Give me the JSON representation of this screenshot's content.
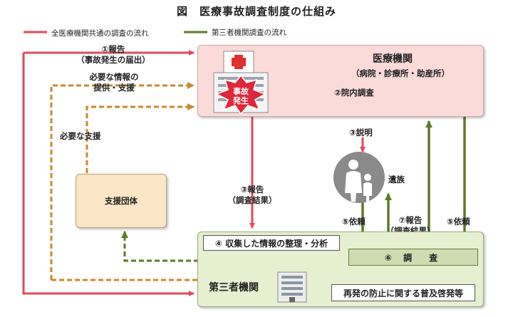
{
  "title": "図　医療事故調査制度の仕組み",
  "legend": {
    "red_label": "全医療機関共通の調査の流れ",
    "green_label": "第三者機関調査の流れ"
  },
  "colors": {
    "red_flow": "#e04a5e",
    "green_flow": "#5e7a2a",
    "support_flow": "#c98a2e",
    "medical_box": "#fbdada",
    "support_box": "#fbe6c6",
    "third_box": "#e6efcf",
    "family_figure": "#8a8a8a"
  },
  "medical": {
    "name": "医療機関",
    "sub": "（病院・診療所・助産所）",
    "investigation": "②院内調査",
    "accident_line1": "事故",
    "accident_line2": "発生"
  },
  "support": {
    "name": "支援団体"
  },
  "third_party": {
    "name": "第三者機関",
    "organize": "④ 収集した情報の整理・分析",
    "survey": "⑥ 調　査",
    "prevention": "再発の防止に関する普及啓発等"
  },
  "family": {
    "name": "遺族"
  },
  "labels": {
    "report1_line1": "①報告",
    "report1_line2": "（事故発生の届出）",
    "info_line1": "必要な情報の",
    "info_line2": "提供・支援",
    "needed_support": "必要な支援",
    "explain": "③説明",
    "report3_line1": "③報告",
    "report3_line2": "（調査結果）",
    "request_family": "⑤依頼",
    "report7_line1": "⑦報告",
    "report7_line2": "（調査結果）",
    "request_medical": "⑤依頼"
  }
}
